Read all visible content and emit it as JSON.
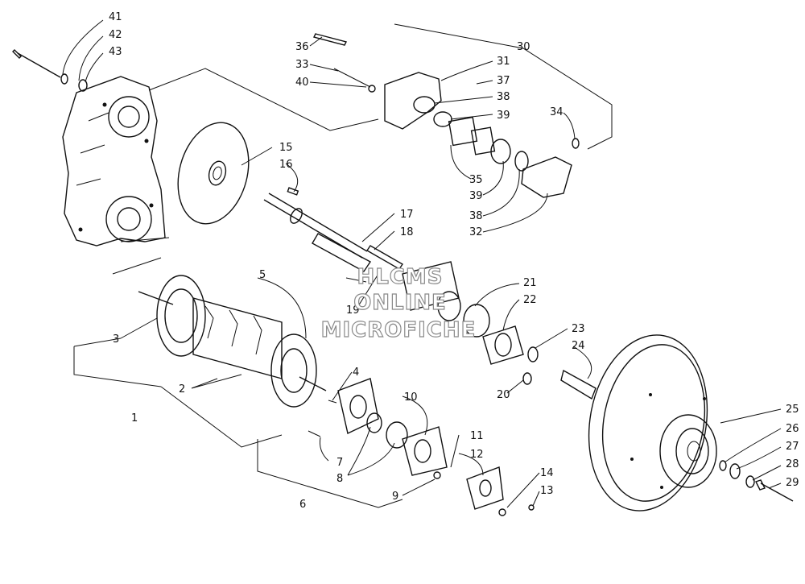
{
  "diagram": {
    "callouts": [
      "41",
      "42",
      "43",
      "36",
      "33",
      "40",
      "30",
      "31",
      "37",
      "38",
      "39",
      "34",
      "15",
      "16",
      "17",
      "18",
      "35",
      "39",
      "38",
      "32",
      "21",
      "22",
      "19",
      "5",
      "3",
      "23",
      "24",
      "4",
      "20",
      "2",
      "10",
      "1",
      "11",
      "12",
      "25",
      "26",
      "27",
      "28",
      "29",
      "7",
      "8",
      "14",
      "9",
      "13",
      "6"
    ]
  },
  "watermark": {
    "line1": "HLCMS",
    "line2": "ONLINE",
    "line3": "MICROFICHE"
  }
}
